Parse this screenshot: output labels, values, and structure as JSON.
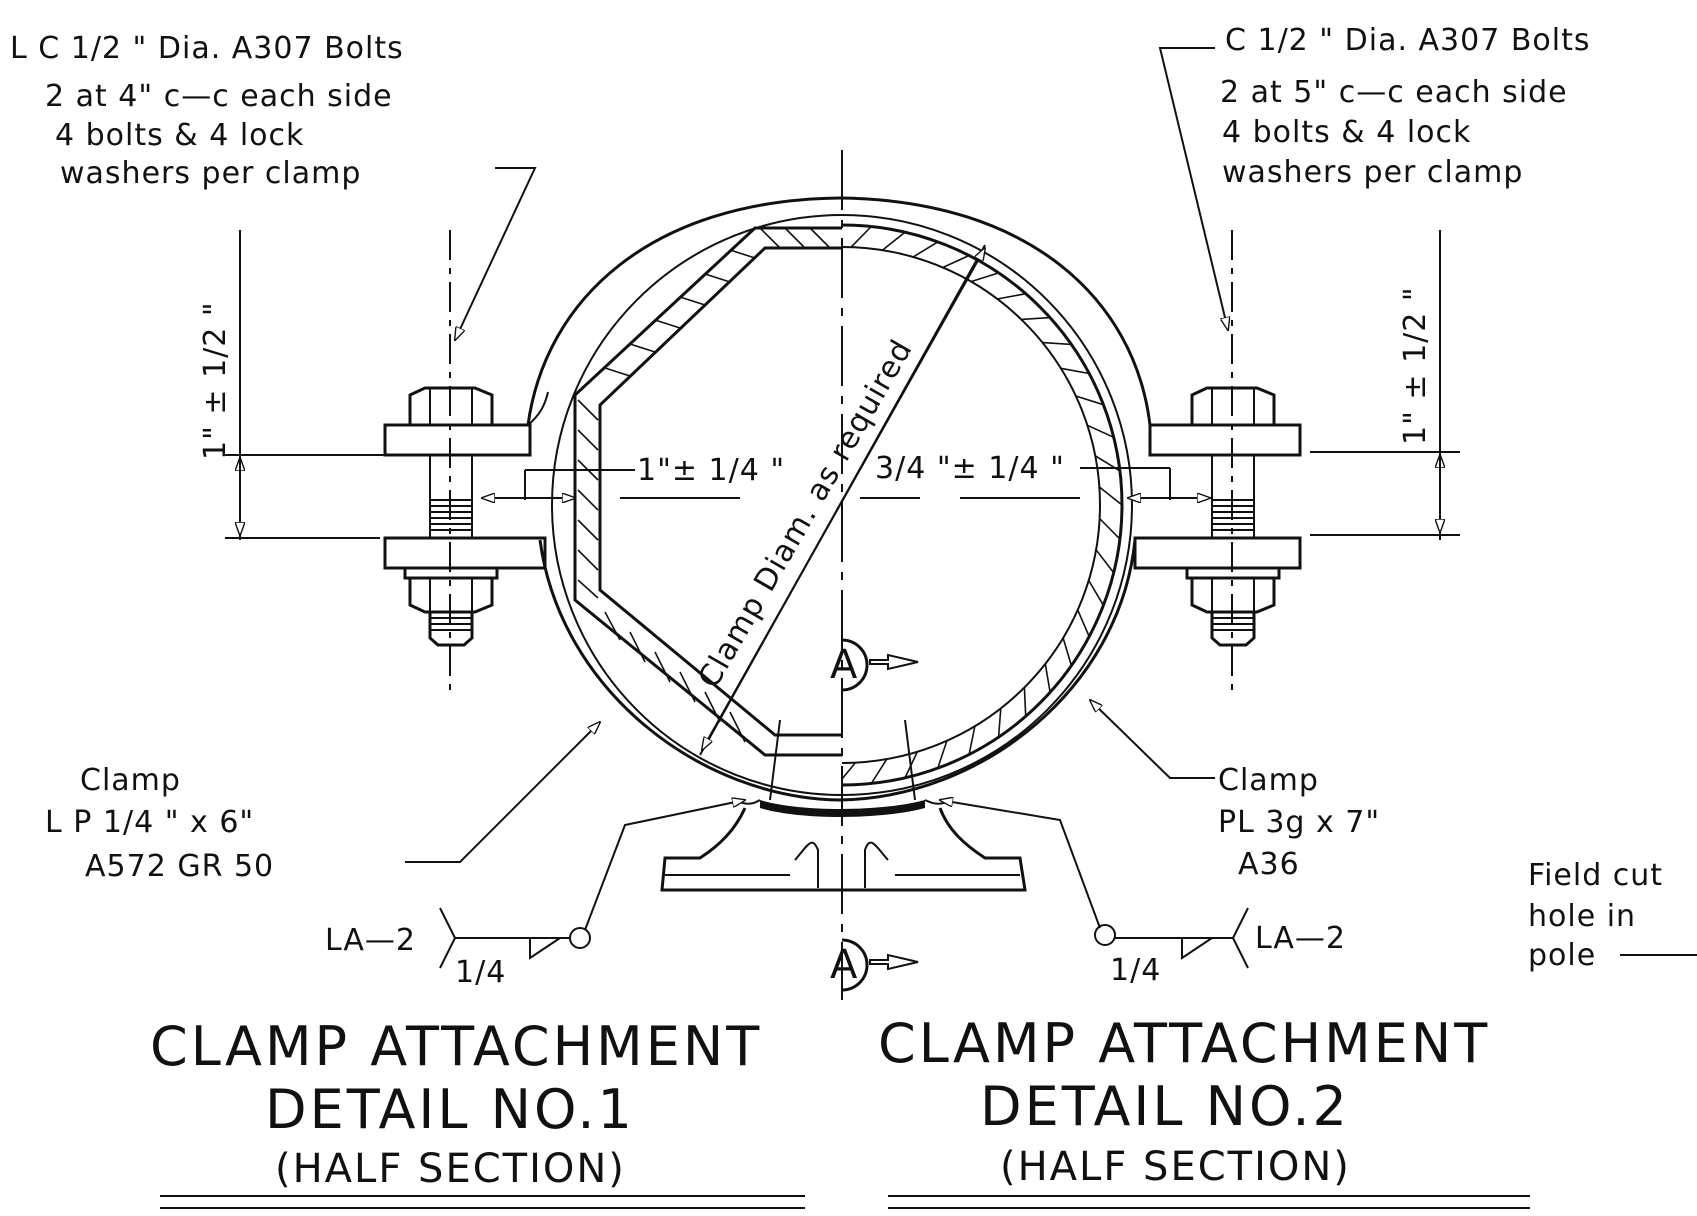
{
  "left_bolt_note": {
    "line1": "L C 1/2 \" Dia. A307 Bolts",
    "line2": "2 at 4\" c—c each side",
    "line3": "4 bolts & 4 lock",
    "line4": "washers per clamp"
  },
  "right_bolt_note": {
    "line1": "C 1/2 \" Dia. A307 Bolts",
    "line2": "2 at 5\" c—c each side",
    "line3": "4 bolts & 4 lock",
    "line4": "washers per clamp"
  },
  "left_vertical_dim": "1\" ± 1/2 \"",
  "right_vertical_dim": "1\" ± 1/2 \"",
  "left_gap_dim": "1\"± 1/4 \"",
  "right_gap_dim": "3/4 \"± 1/4 \"",
  "diameter_note": "Clamp Diam. as required",
  "section_marker": "A",
  "left_clamp_note": {
    "line1": "Clamp",
    "line2": "L P 1/4 \" x 6\"",
    "line3": "A572 GR 50"
  },
  "right_clamp_note": {
    "line1": "Clamp",
    "line2": "PL 3g x 7\"",
    "line3": "A36"
  },
  "weld_left": {
    "tag": "LA—2",
    "size": "1/4"
  },
  "weld_right": {
    "tag": "LA—2",
    "size": "1/4"
  },
  "field_note": {
    "line1": "Field cut",
    "line2": "hole in",
    "line3": "pole"
  },
  "detail1": {
    "title1": "CLAMP ATTACHMENT",
    "title2": "DETAIL NO.1",
    "title3": "(HALF SECTION)"
  },
  "detail2": {
    "title1": "CLAMP ATTACHMENT",
    "title2": "DETAIL NO.2",
    "title3": "(HALF SECTION)"
  }
}
